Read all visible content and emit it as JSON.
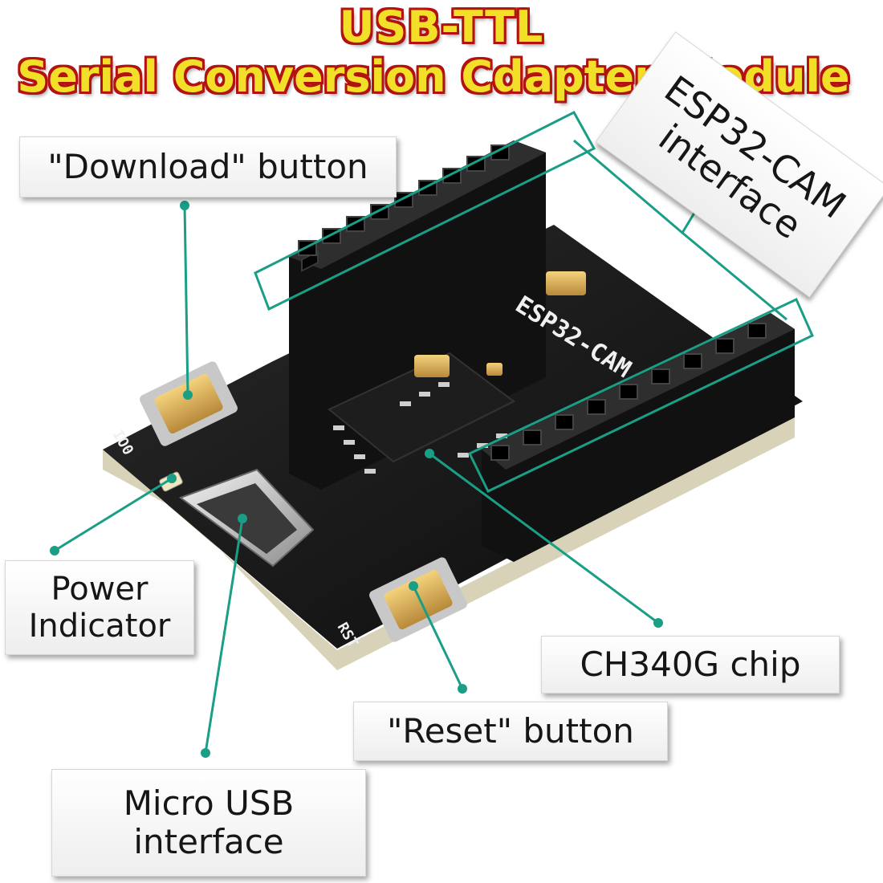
{
  "title": {
    "line1": "USB-TTL",
    "line2": "Serial Conversion Cdapter Module"
  },
  "labels": {
    "download": "\"Download\" button",
    "esp_line1": "ESP32-CAM",
    "esp_line2": "interface",
    "power_line1": "Power",
    "power_line2": "Indicator",
    "ch340": "CH340G chip",
    "reset": "\"Reset\" button",
    "usb_line1": "Micro USB",
    "usb_line2": "interface"
  },
  "board": {
    "silkscreen_main": "ESP32-CAM",
    "silkscreen_io0": "IO0",
    "silkscreen_rst": "RST"
  },
  "colors": {
    "callout_line": "#1a9e85",
    "pcb": "#141414",
    "button_cap": "#e0b85a",
    "title_fill": "#f2e028",
    "title_stroke": "#b31212"
  }
}
